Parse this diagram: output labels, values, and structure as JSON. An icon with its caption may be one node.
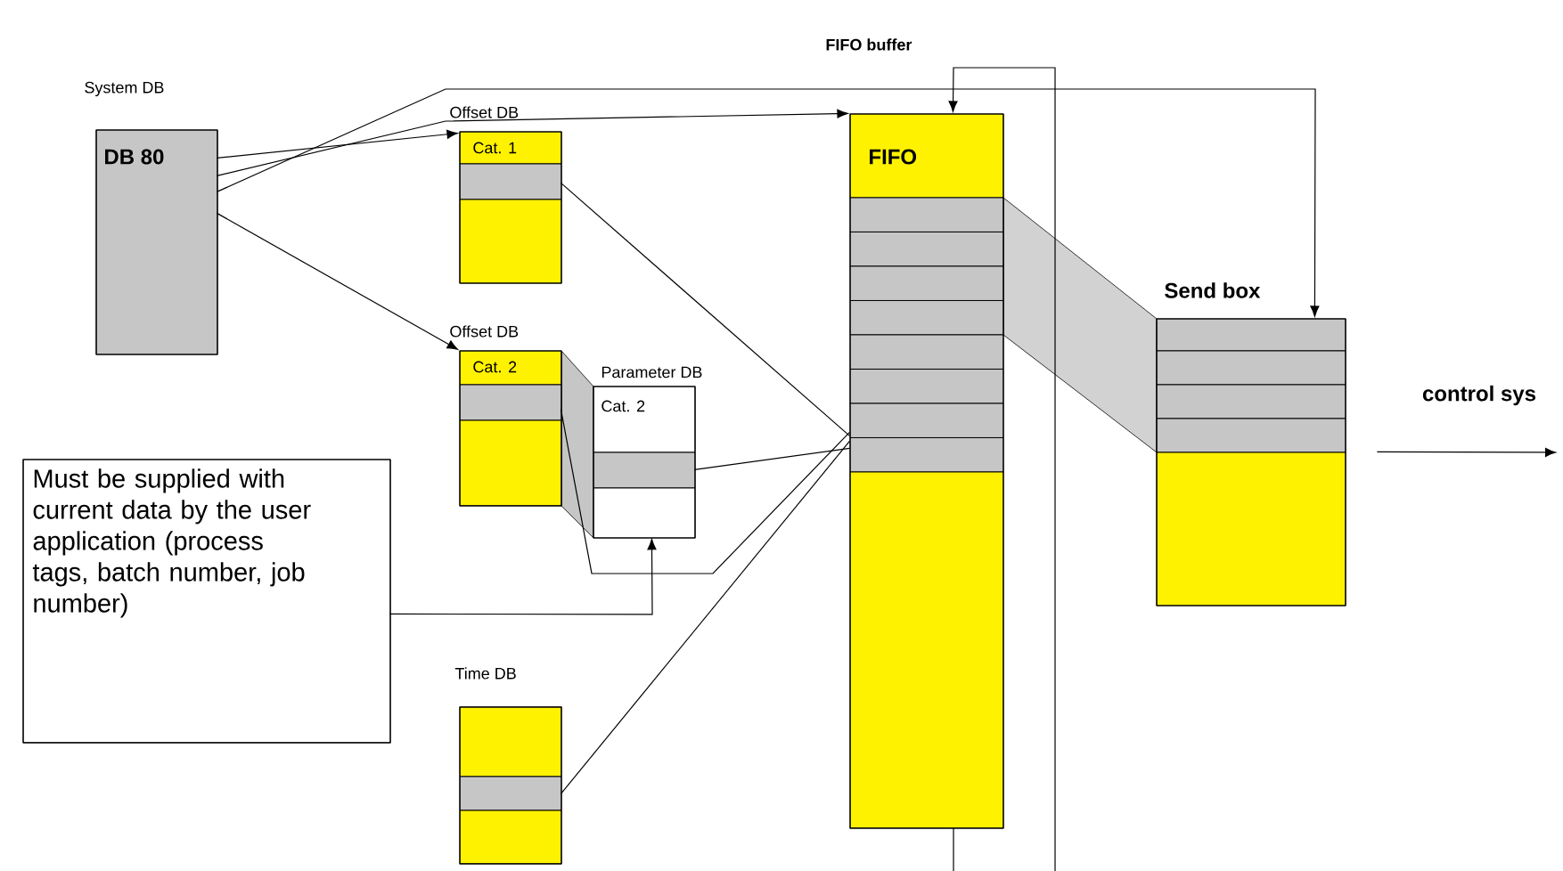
{
  "diagram": {
    "nodes": [
      {
        "text": [
          "System DB",
          "DB 80"
        ]
      },
      {
        "text": [
          "Offset DB",
          "Cat. 1"
        ]
      },
      {
        "text": [
          "Offset DB",
          "Cat. 2"
        ]
      },
      {
        "text": [
          "Parameter DB",
          "Cat. 2"
        ]
      },
      {
        "text": [
          "Must be supplied with current data by the user application (process tags, batch number, job number)"
        ]
      },
      {
        "text": [
          "Time DB"
        ]
      },
      {
        "text": [
          "FIFO buffer",
          "FIFO"
        ]
      },
      {
        "text": [
          "Send box"
        ]
      }
    ],
    "edges": [
      {
        "from": 0,
        "to": 1,
        "arrow": "to"
      },
      {
        "from": 0,
        "to": 6,
        "arrow": "to"
      },
      {
        "from": 0,
        "to": 7,
        "arrow": "to"
      },
      {
        "from": 0,
        "to": 2,
        "arrow": "to"
      },
      {
        "from": 1,
        "to": 6,
        "arrow": "none"
      },
      {
        "from": 2,
        "to": 6,
        "arrow": "none"
      },
      {
        "from": 3,
        "to": 6,
        "arrow": "none"
      },
      {
        "from": 5,
        "to": 6,
        "arrow": "none"
      },
      {
        "from": 4,
        "to": 3,
        "arrow": "to"
      },
      {
        "from": null,
        "to": 6,
        "arrow": "to"
      },
      {
        "from": 7,
        "to": null,
        "arrow": "to",
        "label": "control sys"
      }
    ]
  }
}
